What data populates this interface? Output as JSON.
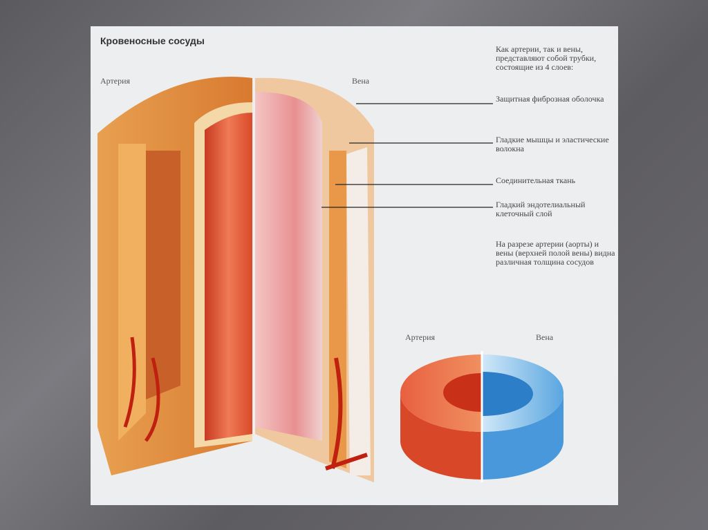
{
  "title": "Кровеносные сосуды",
  "labels": {
    "artery": "Артерия",
    "vein": "Вена"
  },
  "intro": "Как артерии, так и вены, представляют собой трубки, состоящие из 4 слоев:",
  "layers": [
    "Защитная фиброзная оболочка",
    "Гладкие мышцы и эластические волокна",
    "Соединительная ткань",
    "Гладкий эндотелиальный клеточный слой"
  ],
  "section_note": "На разрезе артерии (аорты) и вены (верхней полой вены) видна различная толщина сосудов",
  "section_labels": {
    "artery": "Артерия",
    "vein": "Вена"
  },
  "colors": {
    "artery": "#e0522c",
    "vein": "#8cc4ea",
    "fibrous": "#f0a040"
  }
}
